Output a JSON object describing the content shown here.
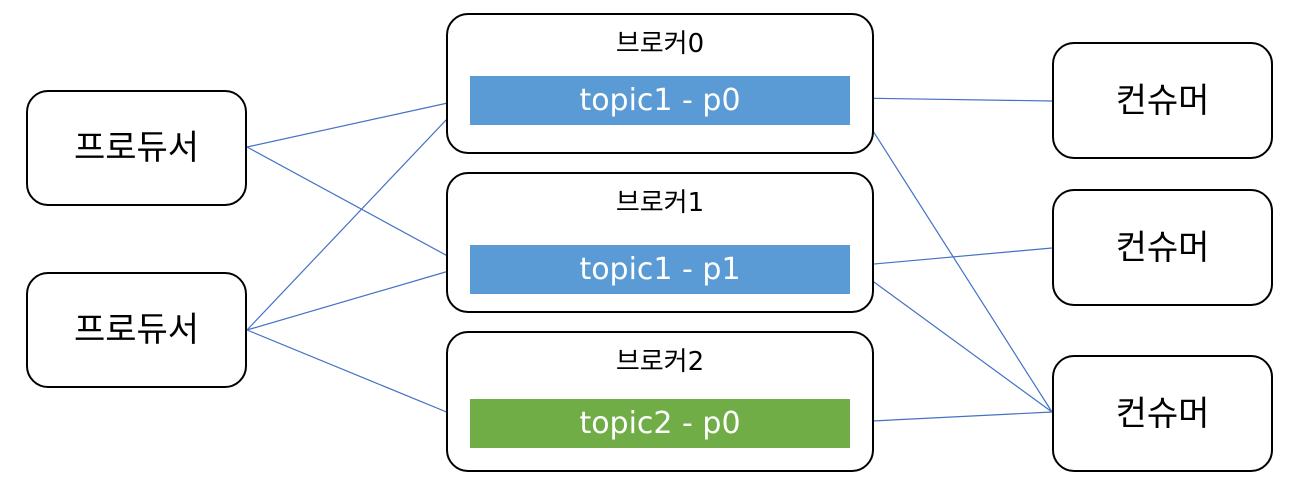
{
  "colors": {
    "topic1": "#5b9bd5",
    "topic2": "#70ad47",
    "arrow": "#4472c4"
  },
  "producers": [
    {
      "id": "p-a",
      "label": "프로듀서"
    },
    {
      "id": "p-b",
      "label": "프로듀서"
    }
  ],
  "brokers": [
    {
      "id": "b0",
      "title": "브로커0",
      "partition": {
        "label": "topic1 - p0",
        "topic": "topic1"
      }
    },
    {
      "id": "b1",
      "title": "브로커1",
      "partition": {
        "label": "topic1 - p1",
        "topic": "topic1"
      }
    },
    {
      "id": "b2",
      "title": "브로커2",
      "partition": {
        "label": "topic2 - p0",
        "topic": "topic2"
      }
    }
  ],
  "consumers": [
    {
      "id": "c-a",
      "label": "컨슈머"
    },
    {
      "id": "c-b",
      "label": "컨슈머"
    },
    {
      "id": "c-c",
      "label": "컨슈머"
    }
  ],
  "edges": [
    {
      "from": "p-a",
      "to": "b0"
    },
    {
      "from": "p-a",
      "to": "b1"
    },
    {
      "from": "p-b",
      "to": "b0"
    },
    {
      "from": "p-b",
      "to": "b1"
    },
    {
      "from": "p-b",
      "to": "b2"
    },
    {
      "from": "c-a",
      "to": "b0"
    },
    {
      "from": "c-b",
      "to": "b1"
    },
    {
      "from": "c-c",
      "to": "b0"
    },
    {
      "from": "c-c",
      "to": "b1"
    },
    {
      "from": "c-c",
      "to": "b2"
    }
  ]
}
